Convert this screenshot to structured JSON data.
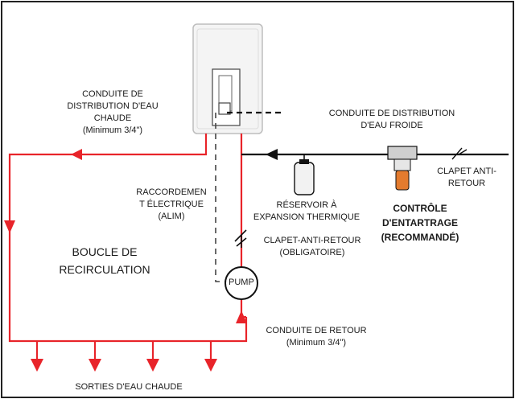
{
  "labels": {
    "hot_supply": [
      "CONDUITE DE",
      "DISTRIBUTION D'EAU",
      "CHAUDE",
      "(Minimum 3/4\")"
    ],
    "cold_supply": [
      "CONDUITE DE DISTRIBUTION",
      "D'EAU FROIDE"
    ],
    "check_valve_right": [
      "CLAPET ANTI-",
      "RETOUR"
    ],
    "electrical": [
      "RACCORDEMEN",
      "T ÉLECTRIQUE",
      "(ALIM)"
    ],
    "expansion_tank": [
      "RÉSERVOIR À",
      "EXPANSION THERMIQUE"
    ],
    "scale_control": [
      "CONTRÔLE",
      "D'ENTARTRAGE",
      "(RECOMMANDÉ)"
    ],
    "check_valve_mandatory": [
      "CLAPET-ANTI-RETOUR",
      "(OBLIGATOIRE)"
    ],
    "recirc_loop": [
      "BOUCLE DE",
      "RECIRCULATION"
    ],
    "return_line": [
      "CONDUITE DE RETOUR",
      "(Minimum 3/4\")"
    ],
    "hot_outlets": [
      "SORTIES D'EAU CHAUDE"
    ],
    "pump": "PUMP"
  },
  "colors": {
    "hot_line": "#e8242a",
    "cold_line": "#111111",
    "frame": "#222222",
    "heater": "#f4f4f4"
  }
}
